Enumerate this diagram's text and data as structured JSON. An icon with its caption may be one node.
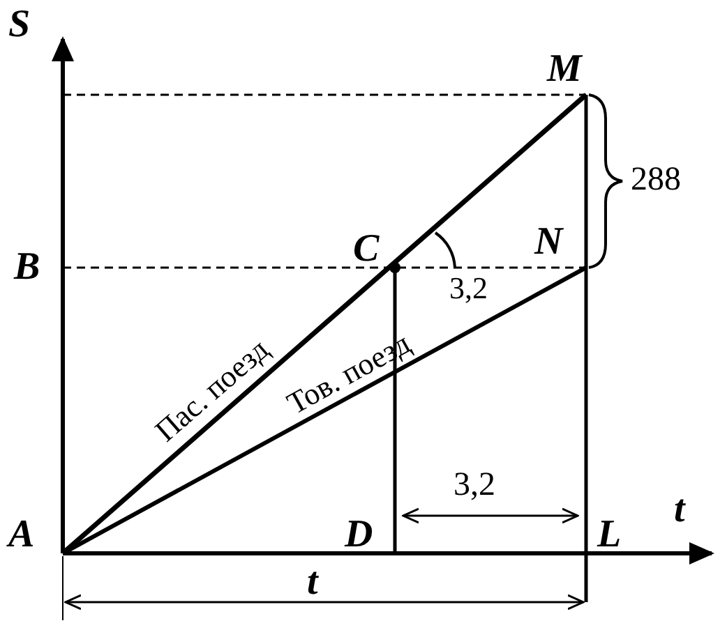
{
  "diagram": {
    "labels": [
      "S",
      "M",
      "288",
      "B",
      "C",
      "N",
      "3,2",
      "Пас. поезд",
      "Тов. поезд",
      "3,2",
      "t",
      "A",
      "D",
      "L",
      "t"
    ]
  }
}
